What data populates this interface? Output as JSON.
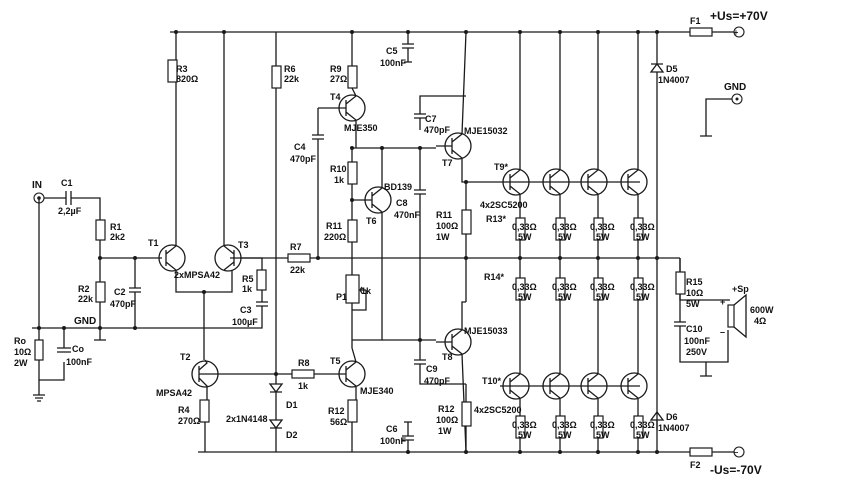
{
  "supply": {
    "pos_label": "+Us=+70V",
    "neg_label": "-Us=-70V",
    "gnd_right": "GND",
    "gnd_left": "GND",
    "input": "IN"
  },
  "fuses": {
    "f1": "F1",
    "f2": "F2"
  },
  "resistors": [
    {
      "ref": "R1",
      "val": "2k2"
    },
    {
      "ref": "R2",
      "val": "22k"
    },
    {
      "ref": "R3",
      "val": "820Ω"
    },
    {
      "ref": "R4",
      "val": "270Ω"
    },
    {
      "ref": "R5",
      "val": "1k"
    },
    {
      "ref": "R6",
      "val": "22k"
    },
    {
      "ref": "R7",
      "val": "22k"
    },
    {
      "ref": "R8",
      "val": "1k"
    },
    {
      "ref": "R9",
      "val": "27Ω"
    },
    {
      "ref": "R10",
      "val": "1k"
    },
    {
      "ref": "R11",
      "val": "220Ω"
    },
    {
      "ref": "R12",
      "val": "56Ω"
    },
    {
      "ref": "R11",
      "val": "100Ω",
      "note": "1W"
    },
    {
      "ref": "R12",
      "val": "100Ω",
      "note": "1W"
    },
    {
      "ref": "R13*",
      "val": "0,33Ω",
      "note": "5W"
    },
    {
      "ref": "R14*",
      "val": "0,33Ω",
      "note": "5W"
    },
    {
      "ref": "R15",
      "val": "10Ω",
      "note": "5W"
    },
    {
      "ref": "Ro",
      "val": "10Ω",
      "note": "2W"
    }
  ],
  "emitter_resistor": {
    "val": "0,33Ω",
    "note": "5W"
  },
  "capacitors": [
    {
      "ref": "C1",
      "val": "2,2µF"
    },
    {
      "ref": "C2",
      "val": "470pF"
    },
    {
      "ref": "C3",
      "val": "100µF"
    },
    {
      "ref": "C4",
      "val": "470pF"
    },
    {
      "ref": "C5",
      "val": "100nF"
    },
    {
      "ref": "C6",
      "val": "100nF"
    },
    {
      "ref": "C7",
      "val": "470pF"
    },
    {
      "ref": "C8",
      "val": "470nF"
    },
    {
      "ref": "C9",
      "val": "470pF"
    },
    {
      "ref": "C10",
      "val": "100nF",
      "note": "250V"
    },
    {
      "ref": "Co",
      "val": "100nF"
    }
  ],
  "transistors": {
    "t1": "T1",
    "t3": "T3",
    "pair": "2xMPSA42",
    "t2": "T2",
    "t2_type": "MPSA42",
    "t4": "T4",
    "t4_type": "MJE350",
    "t5": "T5",
    "t5_type": "MJE340",
    "t6": "T6",
    "t6_type": "BD139",
    "t7": "T7",
    "t7_type": "MJE15032",
    "t8": "T8",
    "t8_type": "MJE15033",
    "t9": "T9*",
    "t10": "T10*",
    "out_type": "4x2SC5200"
  },
  "diodes": {
    "d1": "D1",
    "d2": "D2",
    "d12_type": "2x1N4148",
    "d5": "D5",
    "d6": "D6",
    "d56_type": "1N4007"
  },
  "pot": {
    "ref": "P1",
    "val": "1k"
  },
  "speaker": {
    "ref": "+Sp",
    "val": "600W",
    "imp": "4Ω",
    "plus": "+",
    "minus": "–"
  }
}
